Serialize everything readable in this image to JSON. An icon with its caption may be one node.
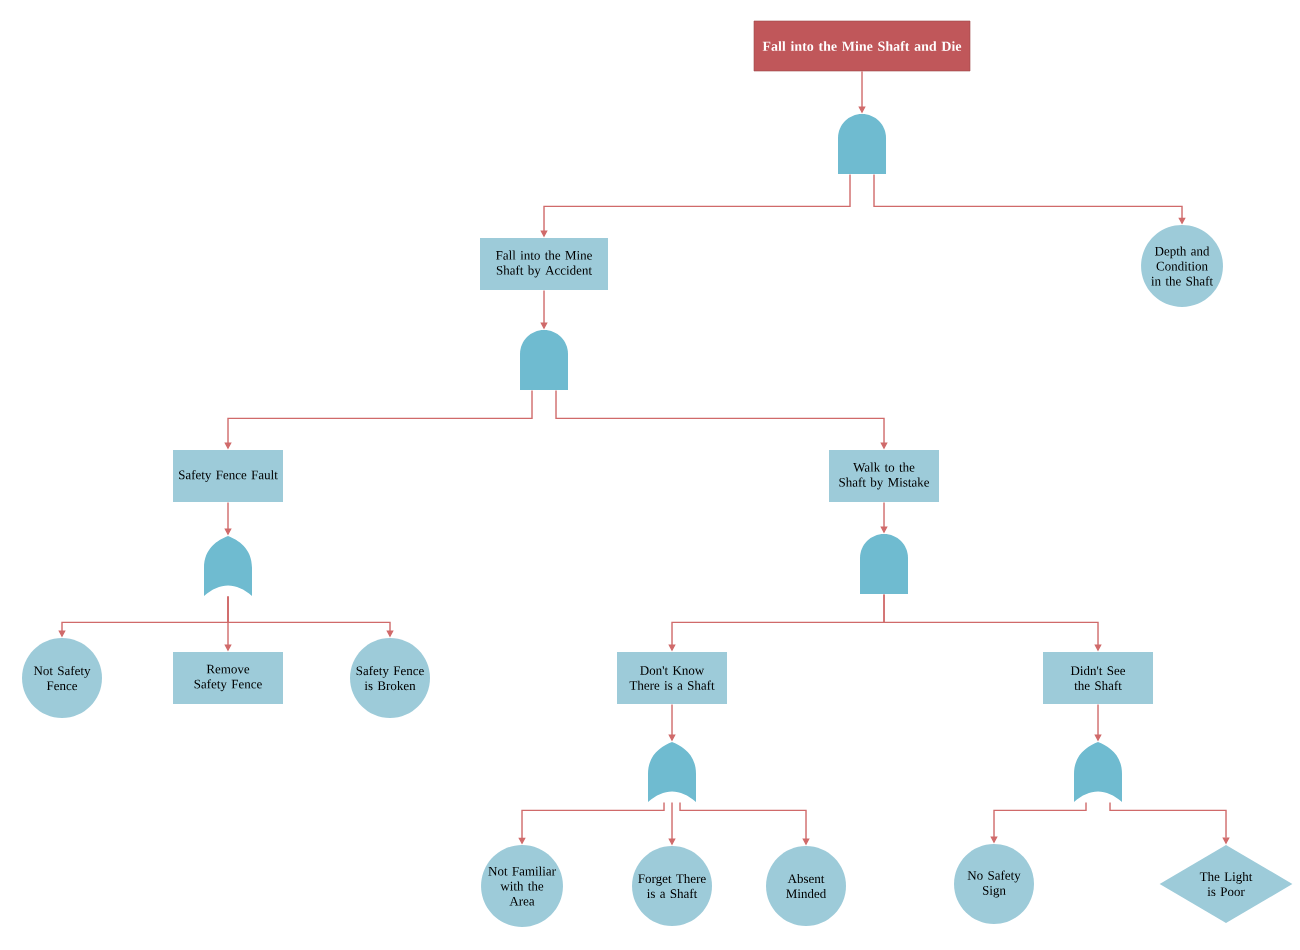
{
  "diagram": {
    "nodes": [
      {
        "text": [
          "Fall into the Mine Shaft and Die"
        ]
      },
      {
        "text": [],
        "shape": "and-gate"
      },
      {
        "text": [
          "Fall into the Mine Shaft by Accident"
        ]
      },
      {
        "text": [
          "Depth and Condition in the Shaft"
        ]
      },
      {
        "text": [],
        "shape": "and-gate"
      },
      {
        "text": [
          "Safety Fence Fault"
        ]
      },
      {
        "text": [
          "Walk to the Shaft by Mistake"
        ]
      },
      {
        "text": [],
        "shape": "or-gate"
      },
      {
        "text": [],
        "shape": "and-gate"
      },
      {
        "text": [
          "Not Safety Fence"
        ]
      },
      {
        "text": [
          "Remove Safety Fence"
        ]
      },
      {
        "text": [
          "Safety Fence is Broken"
        ]
      },
      {
        "text": [
          "Don't Know There is a Shaft"
        ]
      },
      {
        "text": [
          "Didn't See the Shaft"
        ]
      },
      {
        "text": [],
        "shape": "or-gate"
      },
      {
        "text": [],
        "shape": "or-gate"
      },
      {
        "text": [
          "Not Familiar with the Area"
        ]
      },
      {
        "text": [
          "Forget There is a Shaft"
        ]
      },
      {
        "text": [
          "Absent Minded"
        ]
      },
      {
        "text": [
          "No Safety Sign"
        ]
      },
      {
        "text": [
          "The Light is Poor"
        ]
      }
    ],
    "edges": [
      {
        "from": 0,
        "to": 1,
        "arrow": "to"
      },
      {
        "from": 1,
        "to": 2,
        "arrow": "to"
      },
      {
        "from": 1,
        "to": 3,
        "arrow": "to"
      },
      {
        "from": 2,
        "to": 4,
        "arrow": "to"
      },
      {
        "from": 4,
        "to": 5,
        "arrow": "to"
      },
      {
        "from": 4,
        "to": 6,
        "arrow": "to"
      },
      {
        "from": 5,
        "to": 7,
        "arrow": "to"
      },
      {
        "from": 6,
        "to": 8,
        "arrow": "to"
      },
      {
        "from": 7,
        "to": 9,
        "arrow": "to"
      },
      {
        "from": 7,
        "to": 10,
        "arrow": "to"
      },
      {
        "from": 7,
        "to": 11,
        "arrow": "to"
      },
      {
        "from": 8,
        "to": 12,
        "arrow": "to"
      },
      {
        "from": 8,
        "to": 13,
        "arrow": "to"
      },
      {
        "from": 12,
        "to": 14,
        "arrow": "to"
      },
      {
        "from": 13,
        "to": 15,
        "arrow": "to"
      },
      {
        "from": 14,
        "to": 16,
        "arrow": "to"
      },
      {
        "from": 14,
        "to": 17,
        "arrow": "to"
      },
      {
        "from": 14,
        "to": 18,
        "arrow": "to"
      },
      {
        "from": 15,
        "to": 19,
        "arrow": "to"
      },
      {
        "from": 15,
        "to": 20,
        "arrow": "to"
      }
    ]
  }
}
